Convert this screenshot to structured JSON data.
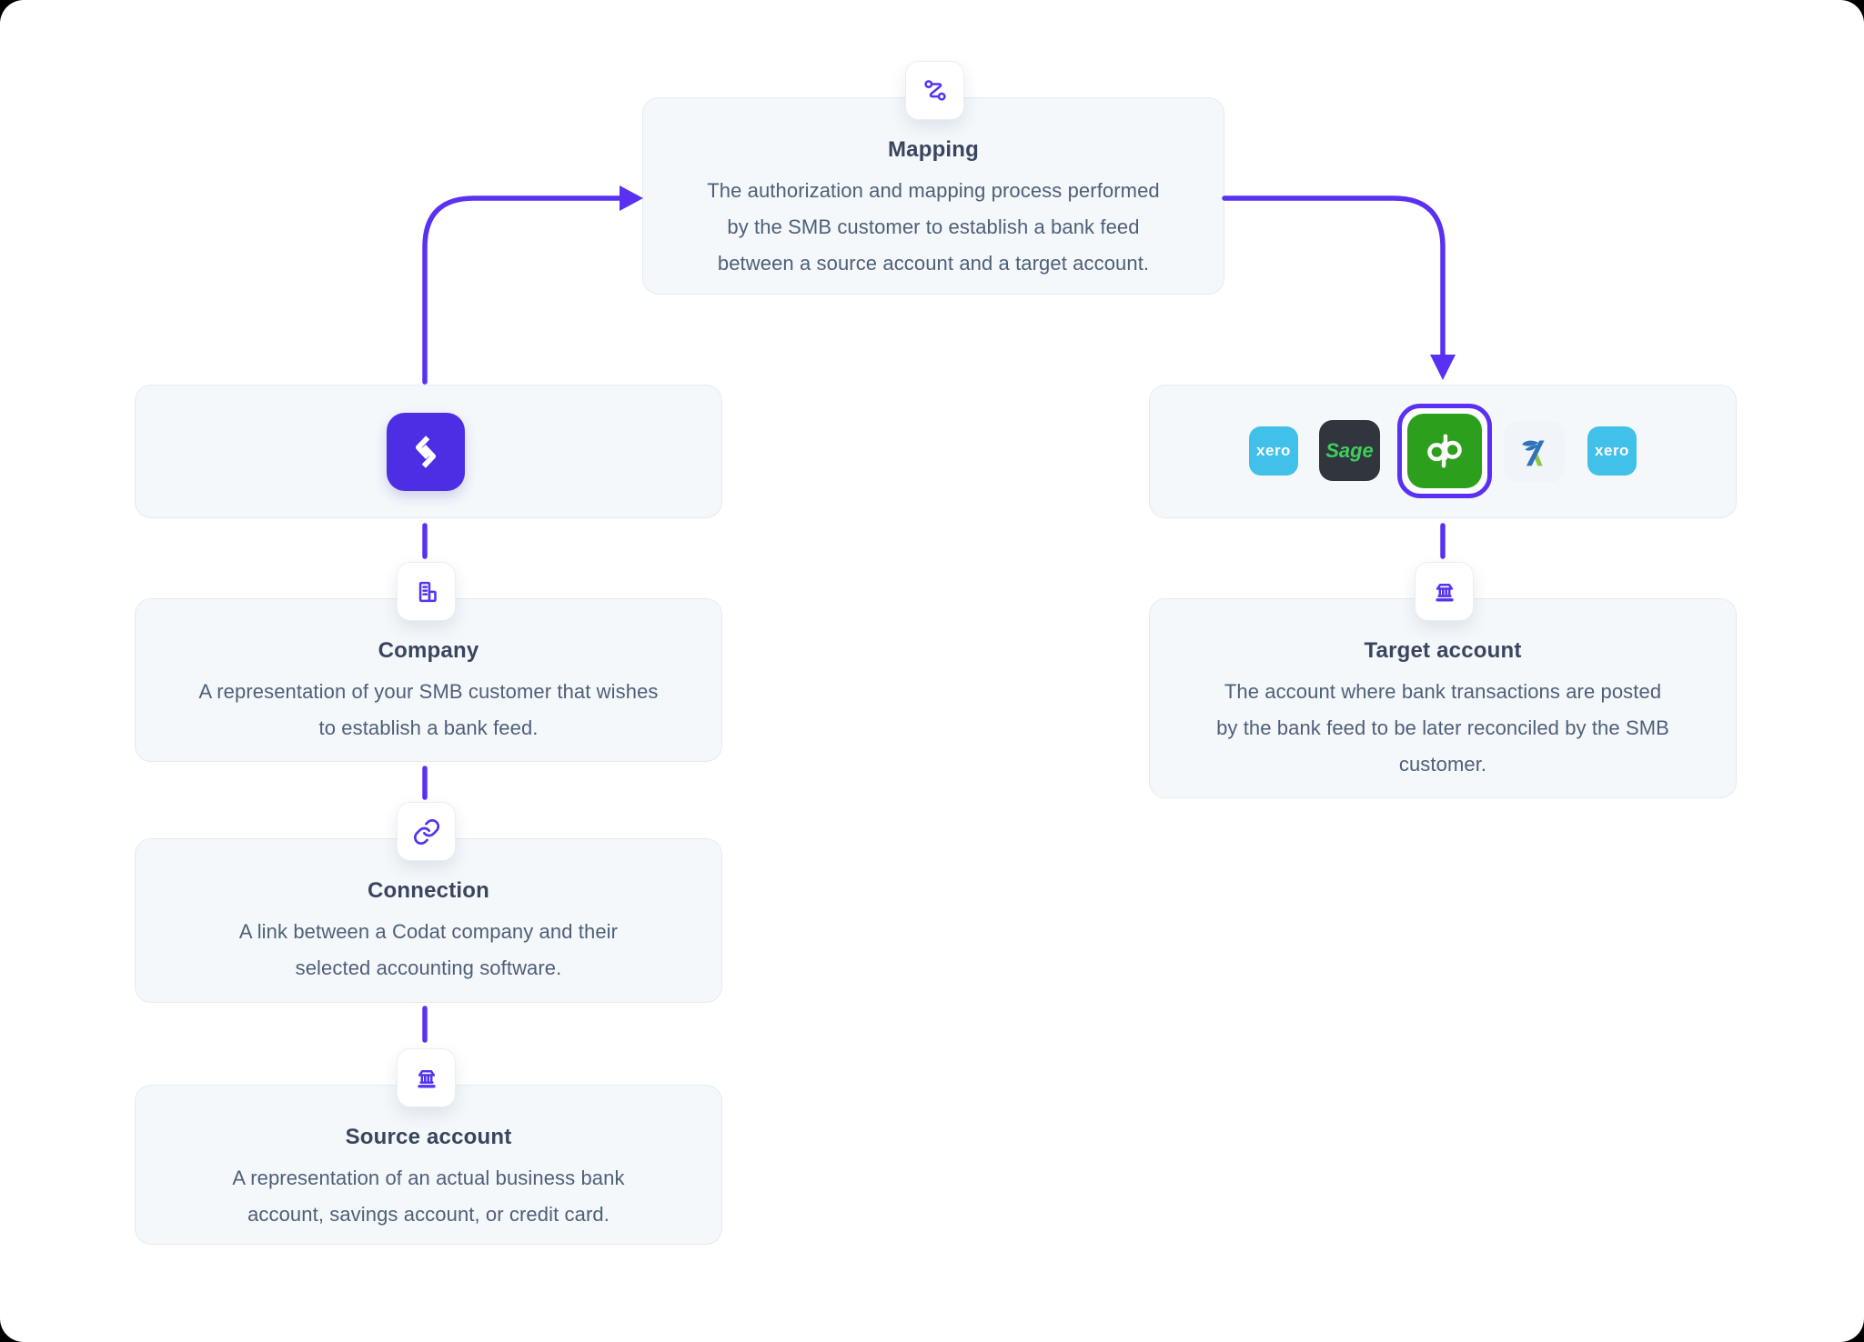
{
  "colors": {
    "accent_purple": "#5A31F2",
    "codat_logo_purple": "#4E2EE5",
    "card_background": "#F4F8FB",
    "card_border": "#E4EBF4",
    "title_text": "#39455E",
    "body_text": "#4E5F78",
    "xero_blue": "#41C0E9",
    "sage_tile": "#31353E",
    "sage_green": "#3FCE5A",
    "quickbooks_green": "#2CA01C",
    "freeagent_blue": "#2F74B8",
    "freeagent_green": "#8CC63F"
  },
  "nodes": {
    "mapping": {
      "title": "Mapping",
      "description": "The authorization and mapping process performed\nby the SMB customer to establish a bank feed\nbetween a source account and a target account.",
      "icon": "route-icon"
    },
    "company": {
      "title": "Company",
      "description": "A representation of your SMB customer that wishes\nto establish a bank feed.",
      "icon": "building-icon"
    },
    "connection": {
      "title": "Connection",
      "description": "A link between a Codat company and their\nselected accounting software.",
      "icon": "link-icon"
    },
    "source_account": {
      "title": "Source account",
      "description": "A representation of an actual business bank\naccount, savings account, or credit card.",
      "icon": "bank-icon"
    },
    "target_account": {
      "title": "Target account",
      "description": "The account where bank transactions are posted\nby the bank feed to be later reconciled by the SMB\ncustomer.",
      "icon": "bank-icon"
    }
  },
  "codat_box": {
    "icon": "codat-chevrons-logo"
  },
  "platforms": {
    "xero_left": {
      "label": "xero",
      "icon": "xero-logo"
    },
    "sage": {
      "label": "Sage",
      "icon": "sage-logo"
    },
    "quickbooks": {
      "icon": "quickbooks-qb-logo",
      "selected": true
    },
    "freeagent": {
      "icon": "freeagent-logo"
    },
    "xero_right": {
      "label": "xero",
      "icon": "xero-logo"
    }
  }
}
